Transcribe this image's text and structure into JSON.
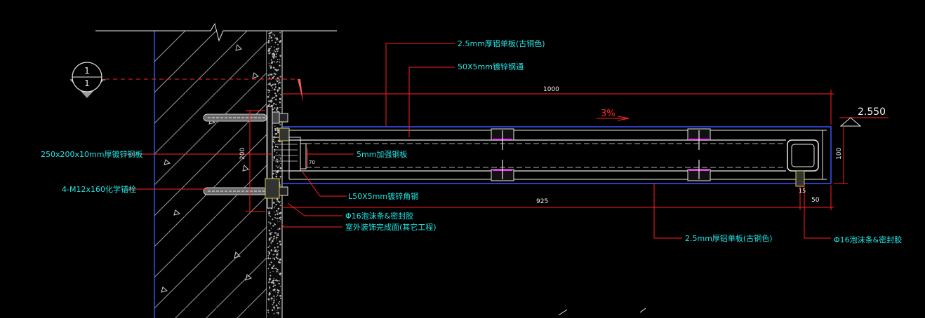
{
  "drawing": {
    "section_marker": {
      "top": "1",
      "bottom": "1"
    },
    "labels": {
      "aluminum_top": "2.5mm厚铝单板(古铜色)",
      "steel_tube": "50X5mm镀锌钢通",
      "embed_plate": "250x200x10mm厚镀锌钢板",
      "anchor_bolt": "4-M12x160化学锚栓",
      "stiffener": "5mm加强钢板",
      "angle_steel": "L50X5mm镀锌角钢",
      "foam_rod_left": "Φ16泡沫条&密封胶",
      "wall_finish": "室外装饰完成面(其它工程)",
      "aluminum_bottom": "2.5mm厚铝单板(古铜色)",
      "foam_rod_right": "Φ16泡沫条&密封胶"
    },
    "dimensions": {
      "overall_length": "1000",
      "inner_length": "925",
      "plate_height": "200",
      "height_right": "100",
      "small_gap": "70",
      "drip_width": "15",
      "end_offset": "50"
    },
    "slope": "3%",
    "elevation": "2.550"
  }
}
